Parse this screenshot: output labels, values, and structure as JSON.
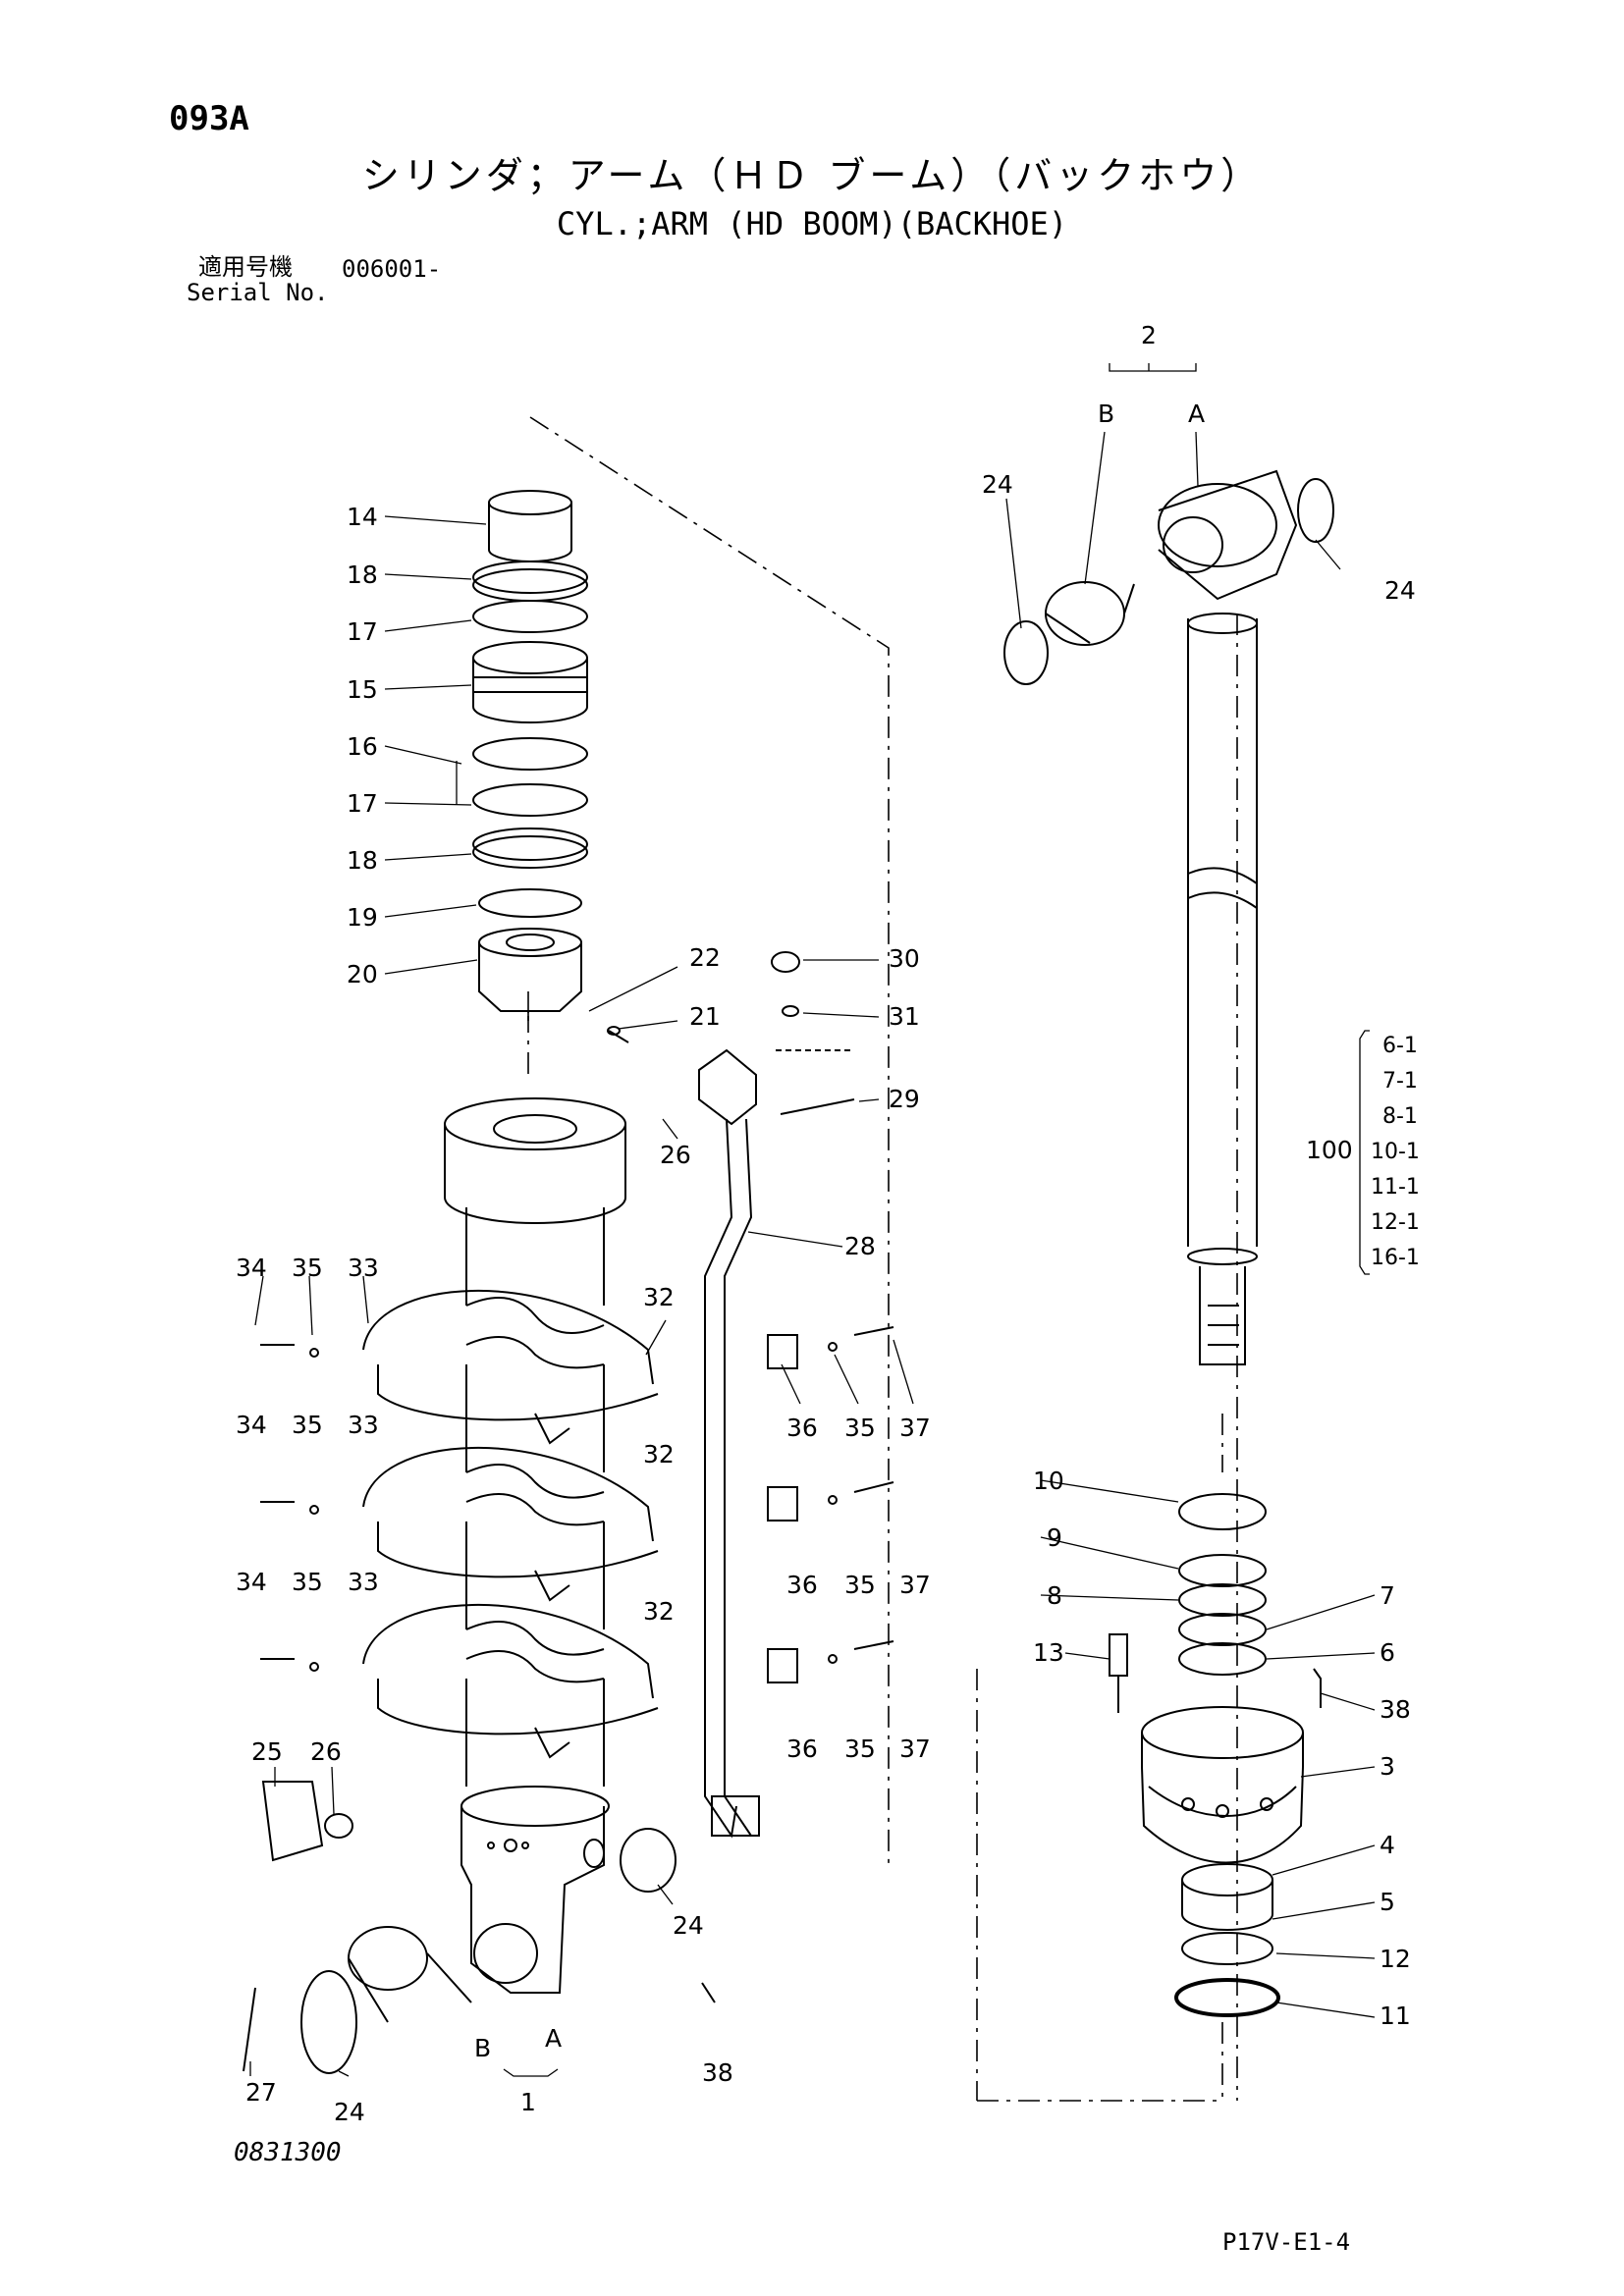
{
  "header": {
    "page_code": "093A",
    "title_jp": "シリンダ；アーム（ＨＤ ブーム）（バックホウ）",
    "title_en": "CYL.;ARM (HD BOOM)(BACKHOE)",
    "serial_label_jp": "適用号機",
    "serial_value": "006001-",
    "serial_label_en": "Serial No."
  },
  "footer": {
    "drawing_number": "0831300",
    "doc_ref": "P17V-E1-4"
  },
  "callouts": {
    "c1": "1",
    "c2": "2",
    "c3": "3",
    "c4": "4",
    "c5": "5",
    "c6": "6",
    "c7": "7",
    "c8": "8",
    "c9": "9",
    "c10": "10",
    "c11": "11",
    "c12": "12",
    "c13": "13",
    "c14": "14",
    "c15": "15",
    "c16": "16",
    "c17a": "17",
    "c17b": "17",
    "c18a": "18",
    "c18b": "18",
    "c19": "19",
    "c20": "20",
    "c21": "21",
    "c22": "22",
    "c24_top_l": "24",
    "c24_top_r": "24",
    "c24_mid": "24",
    "c24_bot": "24",
    "c25": "25",
    "c26a": "26",
    "c26b": "26",
    "c27": "27",
    "c28": "28",
    "c29": "29",
    "c30": "30",
    "c31": "31",
    "c32a": "32",
    "c32b": "32",
    "c32c": "32",
    "c33a": "33",
    "c33b": "33",
    "c33c": "33",
    "c34a": "34",
    "c34b": "34",
    "c34c": "34",
    "c35a": "35",
    "c35b": "35",
    "c35c": "35",
    "c35d": "35",
    "c35e": "35",
    "c35f": "35",
    "c36a": "36",
    "c36b": "36",
    "c36c": "36",
    "c37a": "37",
    "c37b": "37",
    "c37c": "37",
    "c38a": "38",
    "c38b": "38",
    "cA_top": "A",
    "cB_top": "B",
    "cA_bot": "A",
    "cB_bot": "B",
    "c100": "100"
  },
  "kit_100": [
    "6-1",
    "7-1",
    "8-1",
    "10-1",
    "11-1",
    "12-1",
    "16-1"
  ]
}
